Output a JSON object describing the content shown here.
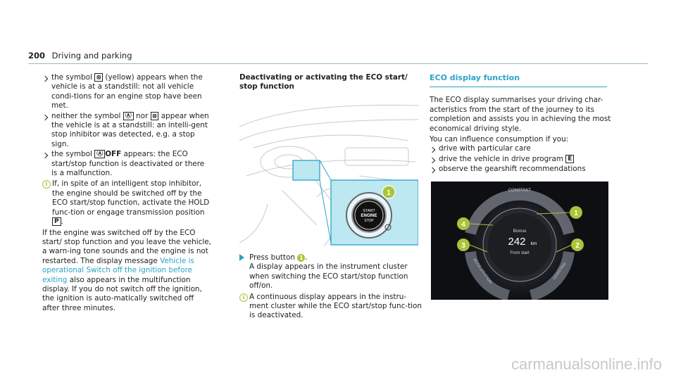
{
  "header": {
    "page_number": "200",
    "title": "Driving and parking"
  },
  "col1": {
    "bullets": [
      {
        "pre": "the symbol ",
        "sym": "⦻",
        "post": " (yellow) appears when the vehicle is at a standstill: not all vehicle condi-tions for an engine stop have been met."
      },
      {
        "pre": "neither the symbol ",
        "sym": "Ⓐ",
        "mid": " nor ",
        "sym2": "⦻",
        "post": " appear when the vehicle is at a standstill: an intelli-gent stop inhibitor was detected, e.g. a stop sign."
      },
      {
        "pre": "the symbol ",
        "sym": "Ⓐ",
        "bold": "OFF",
        "post": " appears: the ECO start/stop function is deactivated or there is a malfunction."
      }
    ],
    "note": "If, in spite of an intelligent stop inhibitor, the engine should be switched off by the ECO start/stop function, activate the HOLD func-tion or engage transmission position ",
    "note_sym": "P",
    "para_a": "If the engine was switched off by the ECO start/ stop function and you leave the vehicle, a warn-ing tone sounds and the engine is not restarted. The display message ",
    "para_link": "Vehicle is operational Switch off the ignition before exiting",
    "para_b": " also appears in the multifunction display. If you do not switch off the ignition, the ignition is auto-matically switched off after three minutes."
  },
  "col2": {
    "heading": "Deactivating or activating the ECO start/ stop function",
    "image_callout": "1",
    "button_text": [
      "START",
      "ENGINE",
      "STOP"
    ],
    "step_pre": "Press button ",
    "step_num": "1",
    "step_post": ".",
    "step_body": "A display appears in the instrument cluster when switching the ECO start/stop function off/on.",
    "note": "A continuous display appears in the instru-ment cluster while the ECO start/stop func-tion is deactivated."
  },
  "col3": {
    "title": "ECO display function",
    "p1": "The ECO display summarises your driving char-acteristics from the start of the journey to its completion and assists you in achieving the most economical driving style.",
    "p2": "You can influence consumption if you:",
    "bullets": [
      "drive with particular care",
      "drive the vehicle in drive program ",
      "observe the gearshift recommendations"
    ],
    "drive_program_sym": "E",
    "display": {
      "label_top": "CONSTANT",
      "label_left": "ACCELERATION",
      "label_right": "COASTING",
      "bonus_label": "Bonus",
      "bonus_value": "242",
      "bonus_unit": "km",
      "bonus_sub": "From start",
      "callouts": [
        "1",
        "2",
        "3",
        "4"
      ]
    }
  },
  "watermark": "carmanualsonline.info"
}
